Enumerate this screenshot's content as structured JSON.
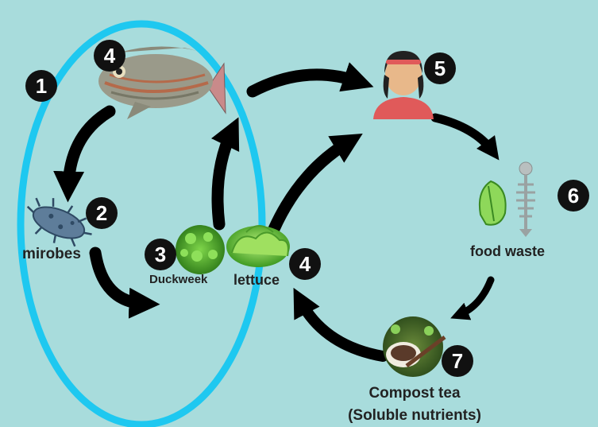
{
  "badges": {
    "cycle": "1",
    "fish": "4",
    "microbes": "2",
    "duckweed": "3",
    "lettuce": "4",
    "person": "5",
    "food_waste": "6",
    "compost_tea": "7"
  },
  "labels": {
    "microbes": "mirobes",
    "duckweed": "Duckweek",
    "lettuce": "lettuce",
    "food_waste": "food waste",
    "compost_tea_line1": "Compost tea",
    "compost_tea_line2": "(Soluble nutrients)"
  },
  "colors": {
    "background": "#a8dcdc",
    "cycle_ring": "#1ec8f0",
    "arrow": "#000000",
    "badge": "#111111"
  }
}
